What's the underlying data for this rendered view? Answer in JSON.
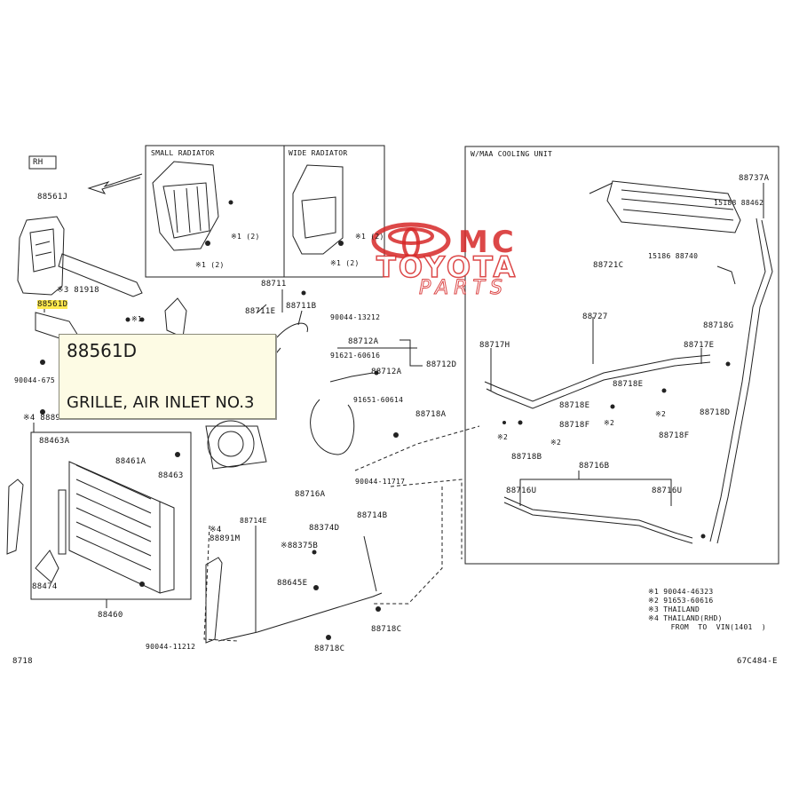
{
  "diagram": {
    "ref_tag": "RH",
    "page_code": "8718",
    "figure_code": "67C484-E",
    "boxes": {
      "small_radiator": "SMALL RADIATOR",
      "wide_radiator": "WIDE RADIATOR",
      "cooling_unit": "W/MAA COOLING UNIT"
    },
    "parts": [
      {
        "id": "p88561J",
        "text": "88561J"
      },
      {
        "id": "p81918",
        "text": "※3 81918"
      },
      {
        "id": "p88561D",
        "text": "88561D"
      },
      {
        "id": "p90044a",
        "text": "90044-675"
      },
      {
        "id": "p88891a",
        "text": "※4 88891M"
      },
      {
        "id": "p88463A",
        "text": "88463A"
      },
      {
        "id": "p88461A",
        "text": "88461A"
      },
      {
        "id": "p88463",
        "text": "88463"
      },
      {
        "id": "p88474",
        "text": "88474"
      },
      {
        "id": "p88460",
        "text": "88460"
      },
      {
        "id": "p88711",
        "text": "88711"
      },
      {
        "id": "p88711E",
        "text": "88711E"
      },
      {
        "id": "p88711B",
        "text": "88711B"
      },
      {
        "id": "p90044b",
        "text": "90044-13212"
      },
      {
        "id": "p88712A",
        "text": "88712A"
      },
      {
        "id": "p91621",
        "text": "91621-60616"
      },
      {
        "id": "p88712a2",
        "text": "88712A"
      },
      {
        "id": "p88712D",
        "text": "88712D"
      },
      {
        "id": "p91651",
        "text": "91651-60614"
      },
      {
        "id": "p88718A",
        "text": "88718A"
      },
      {
        "id": "p90044c",
        "text": "90044-11717"
      },
      {
        "id": "p88716A",
        "text": "88716A"
      },
      {
        "id": "p88714E",
        "text": "88714E"
      },
      {
        "id": "p88374D",
        "text": "88374D"
      },
      {
        "id": "p88714B",
        "text": "88714B"
      },
      {
        "id": "p88891M",
        "text": "※4 88891M"
      },
      {
        "id": "p88375B",
        "text": "※88375B"
      },
      {
        "id": "p88645E",
        "text": "88645E"
      },
      {
        "id": "p88718C",
        "text": "88718C"
      },
      {
        "id": "p88718C2",
        "text": "88718C"
      },
      {
        "id": "p90044d",
        "text": "90044-11212"
      },
      {
        "id": "p88737A",
        "text": "88737A"
      },
      {
        "id": "p15188",
        "text": "15188 88462"
      },
      {
        "id": "p88721C",
        "text": "88721C"
      },
      {
        "id": "p15186",
        "text": "15186 88740"
      },
      {
        "id": "p88727",
        "text": "88727"
      },
      {
        "id": "p88717H",
        "text": "88717H"
      },
      {
        "id": "p88718G",
        "text": "88718G"
      },
      {
        "id": "p88717E",
        "text": "88717E"
      },
      {
        "id": "p88718E",
        "text": "88718E"
      },
      {
        "id": "p88718Ea",
        "text": "88718E"
      },
      {
        "id": "p88718B",
        "text": "88718B"
      },
      {
        "id": "p88718F",
        "text": "88718F"
      },
      {
        "id": "p88718Fa",
        "text": "88718F"
      },
      {
        "id": "p88718D",
        "text": "88718D"
      },
      {
        "id": "p88716B",
        "text": "88716B"
      },
      {
        "id": "p88716Ua",
        "text": "88716U"
      },
      {
        "id": "p88716Ub",
        "text": "88716U"
      }
    ],
    "notes": [
      "※1  90044-46323",
      "※2  91653-60616",
      "※3  THAILAND",
      "※4  THAILAND(RHD)",
      "     FROM  TO  VIN(1401  )"
    ],
    "small_marks": {
      "m1": "※1 (2)",
      "m2": "※1 (2)",
      "m3": "※1 (2)",
      "m4": "※1 (2)",
      "m5": "※2",
      "m6": "※2",
      "m7": "※2",
      "m8": "※2",
      "m9": "※1",
      "m10": "※1"
    }
  },
  "tooltip": {
    "part_number": "88561D",
    "description": "GRILLE, AIR INLET NO.3"
  },
  "watermark": {
    "line1": "MC",
    "line2": "TOYOTA",
    "line3": "PARTS",
    "color": "#d62828"
  }
}
